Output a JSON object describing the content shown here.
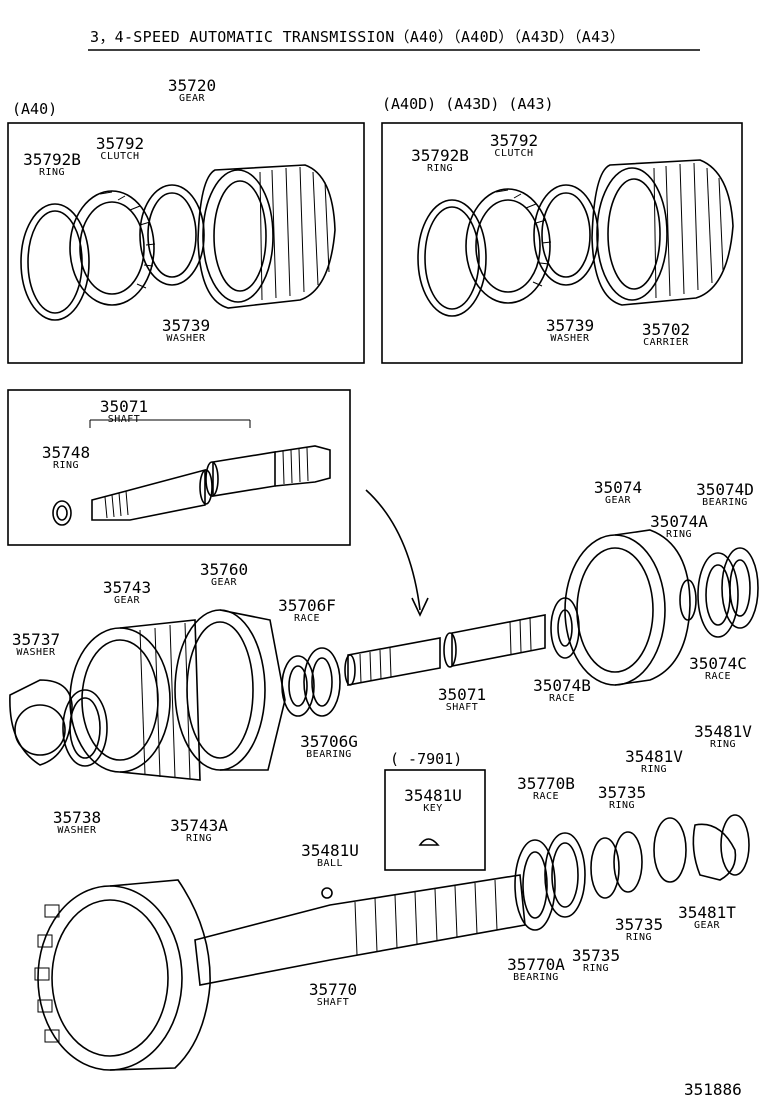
{
  "title": "3，4-SPEED AUTOMATIC TRANSMISSION（A40）（A40D）（A43D）（A43）",
  "footer_code": "351886",
  "boxes": {
    "a40_label": "(A40)",
    "a40d_label": "(A40D) (A43D) (A43)",
    "serial_label": "(    -7901)"
  },
  "parts": [
    {
      "id": "p-35720",
      "number": "35720",
      "name": "GEAR"
    },
    {
      "id": "p-35792-l",
      "number": "35792",
      "name": "CLUTCH"
    },
    {
      "id": "p-35792b-l",
      "number": "35792B",
      "name": "RING"
    },
    {
      "id": "p-35739-l",
      "number": "35739",
      "name": "WASHER"
    },
    {
      "id": "p-35792-r",
      "number": "35792",
      "name": "CLUTCH"
    },
    {
      "id": "p-35792b-r",
      "number": "35792B",
      "name": "RING"
    },
    {
      "id": "p-35739-r",
      "number": "35739",
      "name": "WASHER"
    },
    {
      "id": "p-35702",
      "number": "35702",
      "name": "CARRIER"
    },
    {
      "id": "p-35071-a",
      "number": "35071",
      "name": "SHAFT"
    },
    {
      "id": "p-35748",
      "number": "35748",
      "name": "RING"
    },
    {
      "id": "p-35074",
      "number": "35074",
      "name": "GEAR"
    },
    {
      "id": "p-35074d",
      "number": "35074D",
      "name": "BEARING"
    },
    {
      "id": "p-35074a",
      "number": "35074A",
      "name": "RING"
    },
    {
      "id": "p-35760",
      "number": "35760",
      "name": "GEAR"
    },
    {
      "id": "p-35743",
      "number": "35743",
      "name": "GEAR"
    },
    {
      "id": "p-35706f",
      "number": "35706F",
      "name": "RACE"
    },
    {
      "id": "p-35737",
      "number": "35737",
      "name": "WASHER"
    },
    {
      "id": "p-35074c",
      "number": "35074C",
      "name": "RACE"
    },
    {
      "id": "p-35706g",
      "number": "35706G",
      "name": "BEARING"
    },
    {
      "id": "p-35071-b",
      "number": "35071",
      "name": "SHAFT"
    },
    {
      "id": "p-35074b",
      "number": "35074B",
      "name": "RACE"
    },
    {
      "id": "p-35481v-a",
      "number": "35481V",
      "name": "RING"
    },
    {
      "id": "p-35481v-b",
      "number": "35481V",
      "name": "RING"
    },
    {
      "id": "p-35481u-key",
      "number": "35481U",
      "name": "KEY"
    },
    {
      "id": "p-35770b",
      "number": "35770B",
      "name": "RACE"
    },
    {
      "id": "p-35735-a",
      "number": "35735",
      "name": "RING"
    },
    {
      "id": "p-35738",
      "number": "35738",
      "name": "WASHER"
    },
    {
      "id": "p-35743a",
      "number": "35743A",
      "name": "RING"
    },
    {
      "id": "p-35481u-ball",
      "number": "35481U",
      "name": "BALL"
    },
    {
      "id": "p-35735-b",
      "number": "35735",
      "name": "RING"
    },
    {
      "id": "p-35481t",
      "number": "35481T",
      "name": "GEAR"
    },
    {
      "id": "p-35770a",
      "number": "35770A",
      "name": "BEARING"
    },
    {
      "id": "p-35735-c",
      "number": "35735",
      "name": "RING"
    },
    {
      "id": "p-35770",
      "number": "35770",
      "name": "SHAFT"
    }
  ]
}
